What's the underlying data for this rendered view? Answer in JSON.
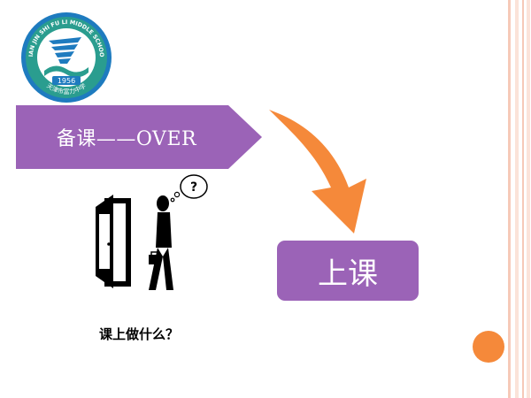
{
  "logo": {
    "icon": "school-emblem-icon",
    "year": "1956",
    "ring_text_en": "TIAN JIN SHI FU LI MIDDLE SCHOOL",
    "ring_text_cn": "天津市富力中学"
  },
  "banner": {
    "label": "备课——OVER"
  },
  "next_button": {
    "label": "上课"
  },
  "figure": {
    "question_mark": "?"
  },
  "caption": {
    "text": "课上做什么？"
  },
  "colors": {
    "purple": "#9b63b7",
    "orange": "#f5893a",
    "stripe": "#f6c9b8",
    "stripe_light": "#fbe3d9",
    "logo_blue": "#1e7bbf",
    "logo_green": "#2a9d8f"
  }
}
